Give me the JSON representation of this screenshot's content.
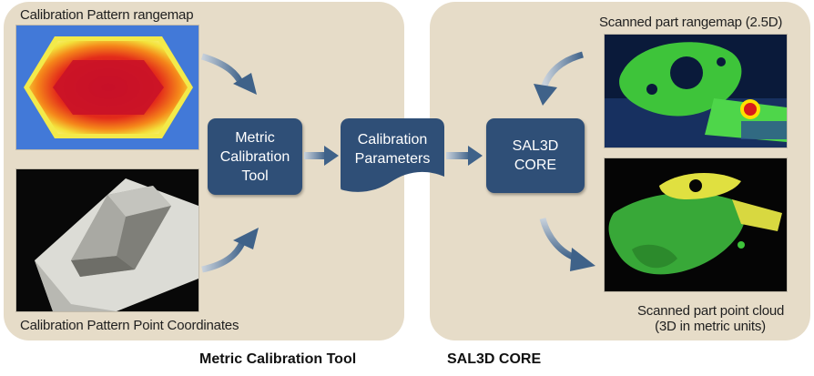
{
  "left_panel": {
    "rangemap_caption": "Calibration Pattern rangemap",
    "points_caption": "Calibration Pattern Point Coordinates",
    "footer": "Metric Calibration Tool"
  },
  "right_panel": {
    "rangemap_caption": "Scanned part rangemap (2.5D)",
    "cloud_caption_line1": "Scanned part point cloud",
    "cloud_caption_line2": "(3D in metric units)",
    "footer": "SAL3D CORE"
  },
  "nodes": {
    "metric_tool": "Metric\nCalibration\nTool",
    "calibration_parameters": "Calibration\nParameters",
    "sal3d_core": "SAL3D\nCORE"
  },
  "colors": {
    "panel": "#e6dcc8",
    "node": "#2f4f77",
    "arrow": "#3f6289"
  }
}
